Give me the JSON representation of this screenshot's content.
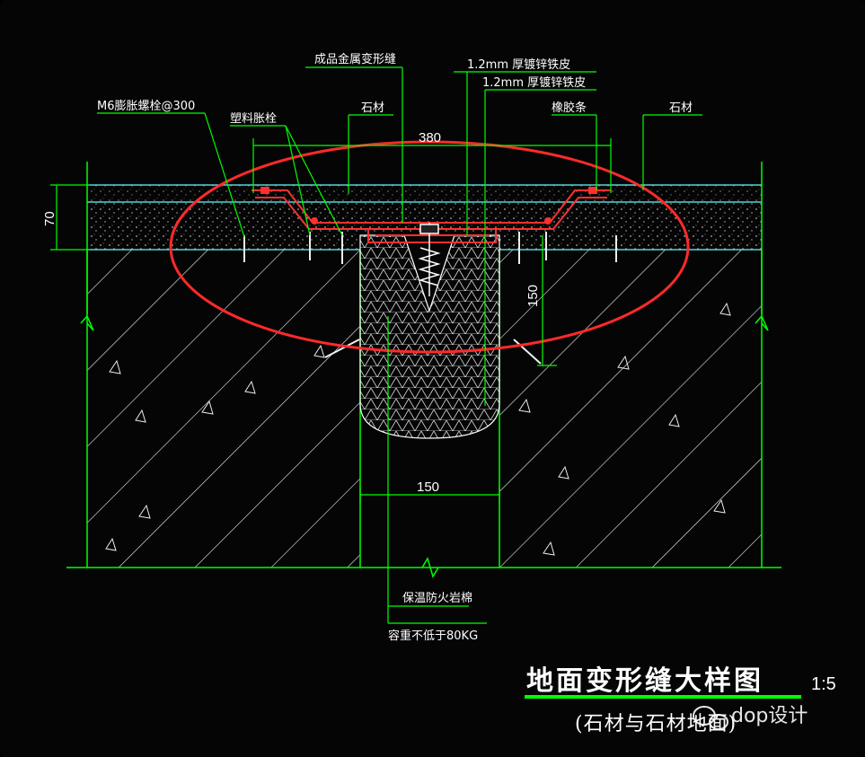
{
  "labels": {
    "joint_cover": "成品金属变形缝",
    "steel_sheet_1": "1.2mm 厚镀锌铁皮",
    "steel_sheet_2": "1.2mm 厚镀锌铁皮",
    "bolt": "M6膨胀螺栓@300",
    "anchor": "塑料胀栓",
    "stone_left": "石材",
    "rubber_strip": "橡胶条",
    "stone_right": "石材",
    "filler": "保温防火岩棉",
    "density": "容重不低于80KG"
  },
  "dimensions": {
    "top_width": "380",
    "layer_height": "70",
    "fill_depth": "150",
    "gap_width": "150"
  },
  "title": {
    "main": "地面变形缝大样图",
    "scale": "1:5",
    "sub": "(石材与石材地面)"
  },
  "watermark": {
    "text": "dop设计"
  },
  "colors": {
    "background": "#000000",
    "line_green": "#00ff00",
    "line_cyan": "#66ffff",
    "highlight_red": "#ff2a2a",
    "title_underline": "#00ff00"
  }
}
